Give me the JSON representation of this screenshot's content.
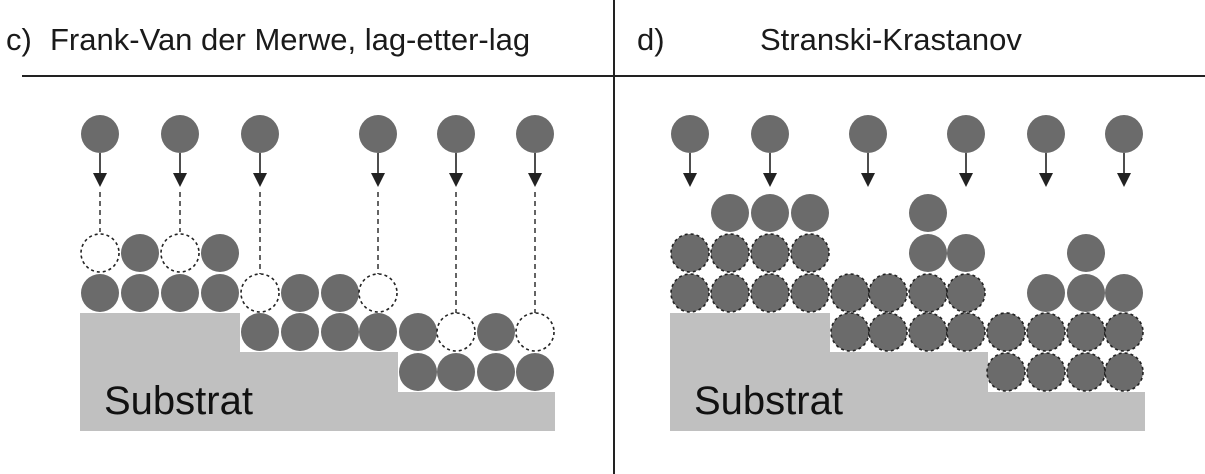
{
  "colors": {
    "atom_fill": "#6b6b6b",
    "substrate_fill": "#c0c0c0",
    "vacancy_fill": "#ffffff",
    "line": "#222222",
    "dashed_atom_stroke": "#222222"
  },
  "panel_c": {
    "letter": "c)",
    "title": "Frank-Van der Merwe, lag-etter-lag",
    "substrate_label": "Substrat"
  },
  "panel_d": {
    "letter": "d)",
    "title": "Stranski-Krastanov",
    "substrate_label": "Substrat"
  },
  "icons": {
    "falling_atom": "filled-circle",
    "arrow": "down-arrow",
    "vacancy": "dashed-circle"
  }
}
